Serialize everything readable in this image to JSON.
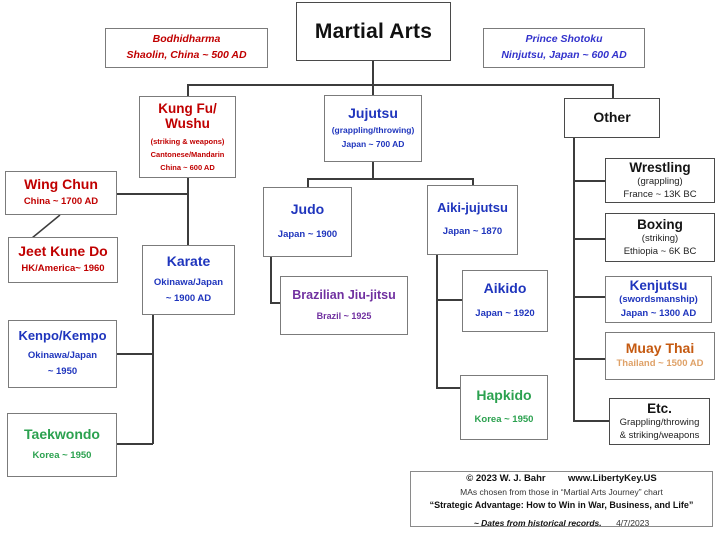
{
  "title_box": {
    "label": "Martial Arts"
  },
  "annotations": {
    "bodhidharma": {
      "line1": "Bodhidharma",
      "line2": "Shaolin, China ~ 500 AD"
    },
    "shotoku": {
      "line1": "Prince Shotoku",
      "line2": "Ninjutsu, Japan ~ 600 AD"
    }
  },
  "nodes": {
    "kungfu": {
      "title1": "Kung Fu/",
      "title2": "Wushu",
      "sub1": "(striking & weapons)",
      "sub2": "Cantonese/Mandarin",
      "sub3": "China  ~ 600 AD"
    },
    "jujutsu": {
      "title": "Jujutsu",
      "sub1": "(grappling/throwing)",
      "sub2": "Japan  ~ 700 AD"
    },
    "other": {
      "title": "Other"
    },
    "wing_chun": {
      "title": "Wing Chun",
      "sub1": "China ~ 1700 AD"
    },
    "jeet_kune_do": {
      "title": "Jeet Kune Do",
      "sub1": "HK/America~ 1960"
    },
    "karate": {
      "title": "Karate",
      "sub1": "Okinawa/Japan",
      "sub2": "~ 1900 AD"
    },
    "kenpo": {
      "title": "Kenpo/Kempo",
      "sub1": "Okinawa/Japan",
      "sub2": "~ 1950"
    },
    "taekwondo": {
      "title": "Taekwondo",
      "sub1": "Korea  ~ 1950"
    },
    "judo": {
      "title": "Judo",
      "sub1": "Japan ~ 1900"
    },
    "aiki_jujutsu": {
      "title": "Aiki-jujutsu",
      "sub1": "Japan ~ 1870"
    },
    "bjj": {
      "title": "Brazilian Jiu-jitsu",
      "sub1": "Brazil ~ 1925"
    },
    "aikido": {
      "title": "Aikido",
      "sub1": "Japan ~ 1920"
    },
    "hapkido": {
      "title": "Hapkido",
      "sub1": "Korea ~ 1950"
    },
    "wrestling": {
      "title": "Wrestling",
      "sub1": "(grappling)",
      "sub2": "France ~ 13K BC"
    },
    "boxing": {
      "title": "Boxing",
      "sub1": "(striking)",
      "sub2": "Ethiopia ~ 6K BC"
    },
    "kenjutsu": {
      "title": "Kenjutsu",
      "sub1": "(swordsmanship)",
      "sub2": "Japan ~ 1300 AD"
    },
    "muay_thai": {
      "title": "Muay Thai",
      "sub1": "Thailand ~ 1500 AD"
    },
    "etc": {
      "title": "Etc.",
      "sub1": "Grappling/throwing",
      "sub2": "& striking/weapons"
    }
  },
  "footer": {
    "copyright": "©  2023  W. J. Bahr",
    "url": "www.LibertyKey.US",
    "line2": "MAs chosen from those in “Martial Arts Journey” chart",
    "line3": "“Strategic Advantage: How to Win in War, Business, and Life”",
    "line4": "~ Dates from historical records.",
    "date": "4/7/2023"
  },
  "colors": {
    "red": "#c00000",
    "blue": "#1f35bd",
    "green": "#2ba14f",
    "purple": "#7030a0",
    "orange": "#c55a11",
    "orange_light": "#dfa167",
    "black": "#141414"
  }
}
